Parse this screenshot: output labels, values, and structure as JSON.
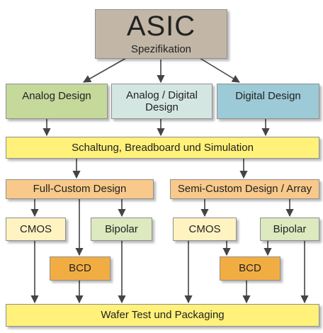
{
  "asic": {
    "title": "ASIC",
    "subtitle": "Spezifikation"
  },
  "design_types": [
    {
      "label": "Analog Design",
      "color": "#c5d99b"
    },
    {
      "label": "Analog / Digital Design",
      "color": "#d4e6e2"
    },
    {
      "label": "Digital Design",
      "color": "#9ccad6"
    }
  ],
  "schaltung": {
    "label": "Schaltung, Breadboard und Simulation",
    "color": "#fff17a"
  },
  "full_custom": {
    "label": "Full-Custom Design",
    "color": "#f8c98a"
  },
  "semi_custom": {
    "label": "Semi-Custom Design / Array",
    "color": "#f8c98a"
  },
  "technologies": {
    "left_cmos": "CMOS",
    "left_bipolar": "Bipolar",
    "left_bcd": "BCD",
    "right_cmos": "CMOS",
    "right_bipolar": "Bipolar",
    "right_bcd": "BCD"
  },
  "colors": {
    "asic": "#c2b7a6",
    "cmos": "#fff3c2",
    "bipolar": "#dde9be",
    "bcd": "#f2ad42",
    "wafer": "#fff17a",
    "arrow": "#444444"
  },
  "wafer": {
    "label": "Wafer Test und Packaging"
  }
}
